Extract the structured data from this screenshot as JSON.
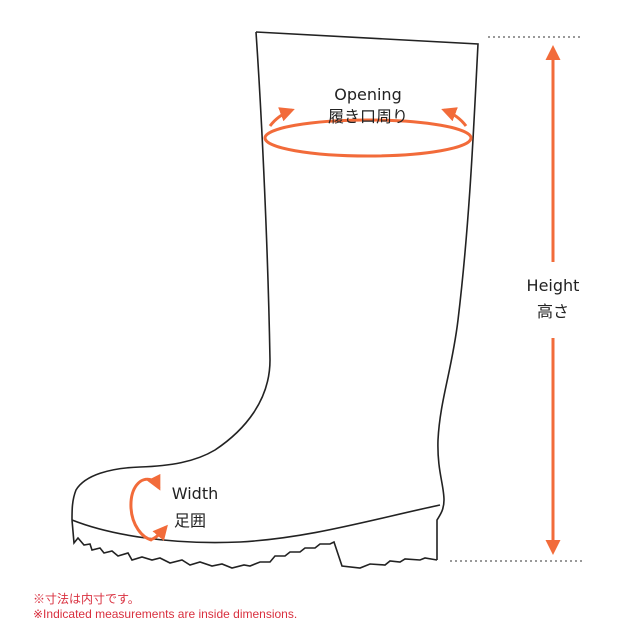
{
  "labels": {
    "opening_en": "Opening",
    "opening_ja": "履き口周り",
    "height_en": "Height",
    "height_ja": "高さ",
    "width_en": "Width",
    "width_ja": "足囲"
  },
  "notes": [
    "※寸法は内寸です。",
    "※Indicated measurements are inside dimensions."
  ],
  "colors": {
    "accent": "#f26b3a",
    "note": "#d9303f",
    "outline": "#222222",
    "guide": "#999999"
  }
}
